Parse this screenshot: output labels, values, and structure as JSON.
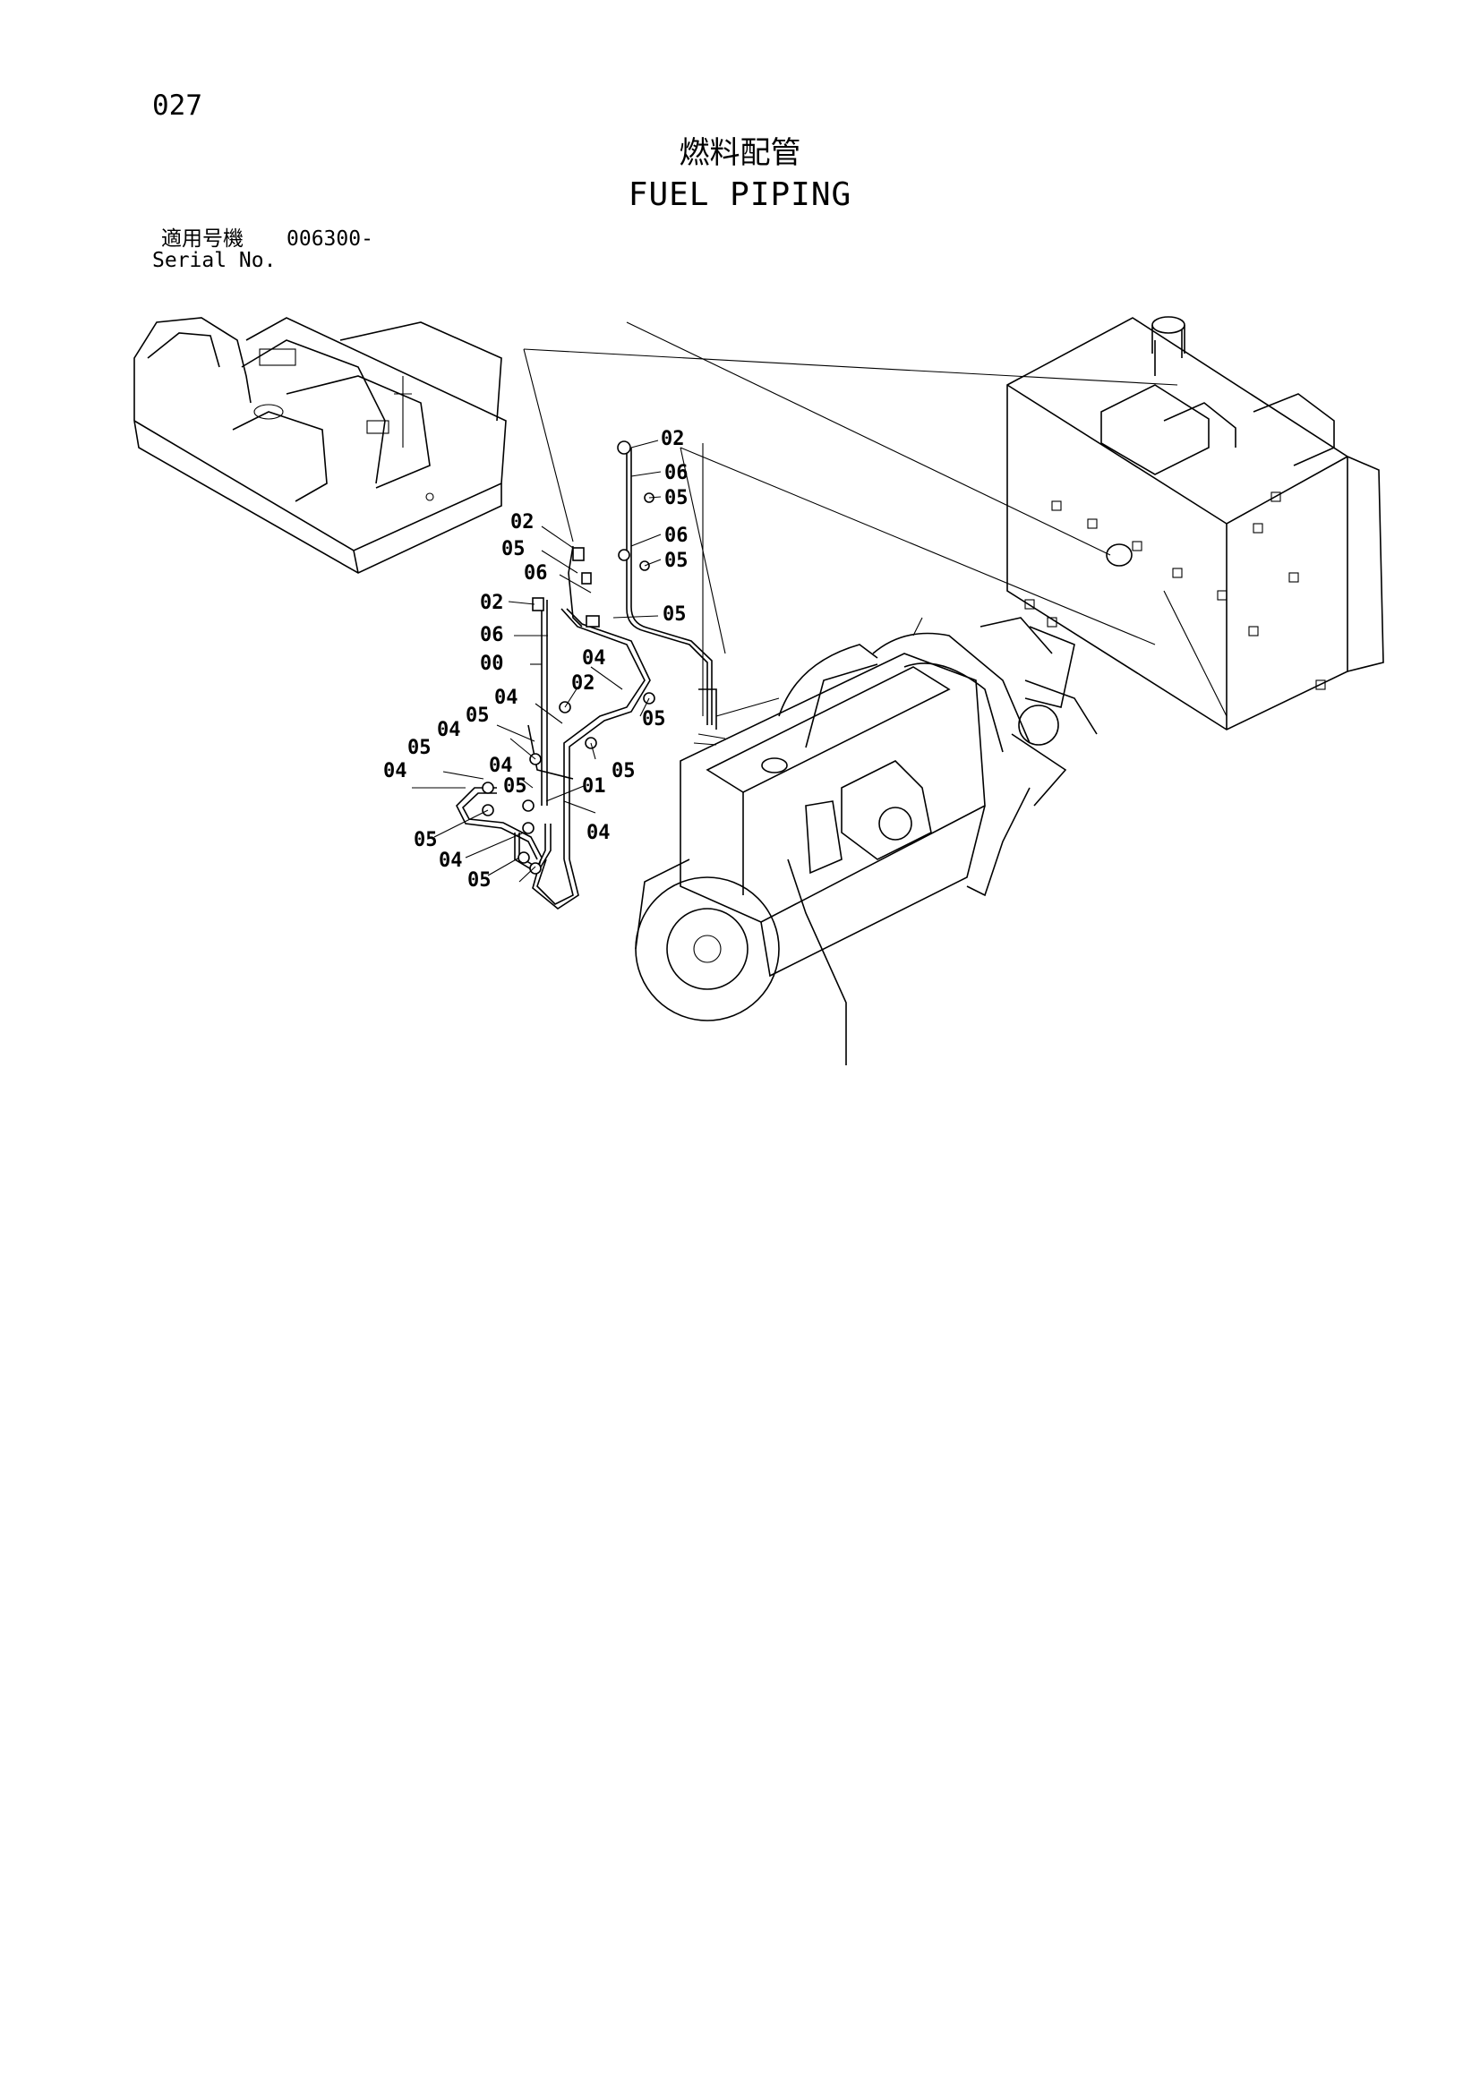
{
  "header": {
    "page_number": "027",
    "title_jp": "燃料配管",
    "title_en": "FUEL PIPING",
    "serial_label_jp": "適用号機",
    "serial_value": "006300-",
    "serial_label_en": "Serial No."
  },
  "callouts": [
    "02",
    "06",
    "05",
    "06",
    "05",
    "02",
    "05",
    "06",
    "02",
    "05",
    "06",
    "00",
    "04",
    "02",
    "05",
    "04",
    "05",
    "04",
    "05",
    "05",
    "04",
    "05",
    "01",
    "04",
    "04",
    "05",
    "04",
    "05"
  ]
}
